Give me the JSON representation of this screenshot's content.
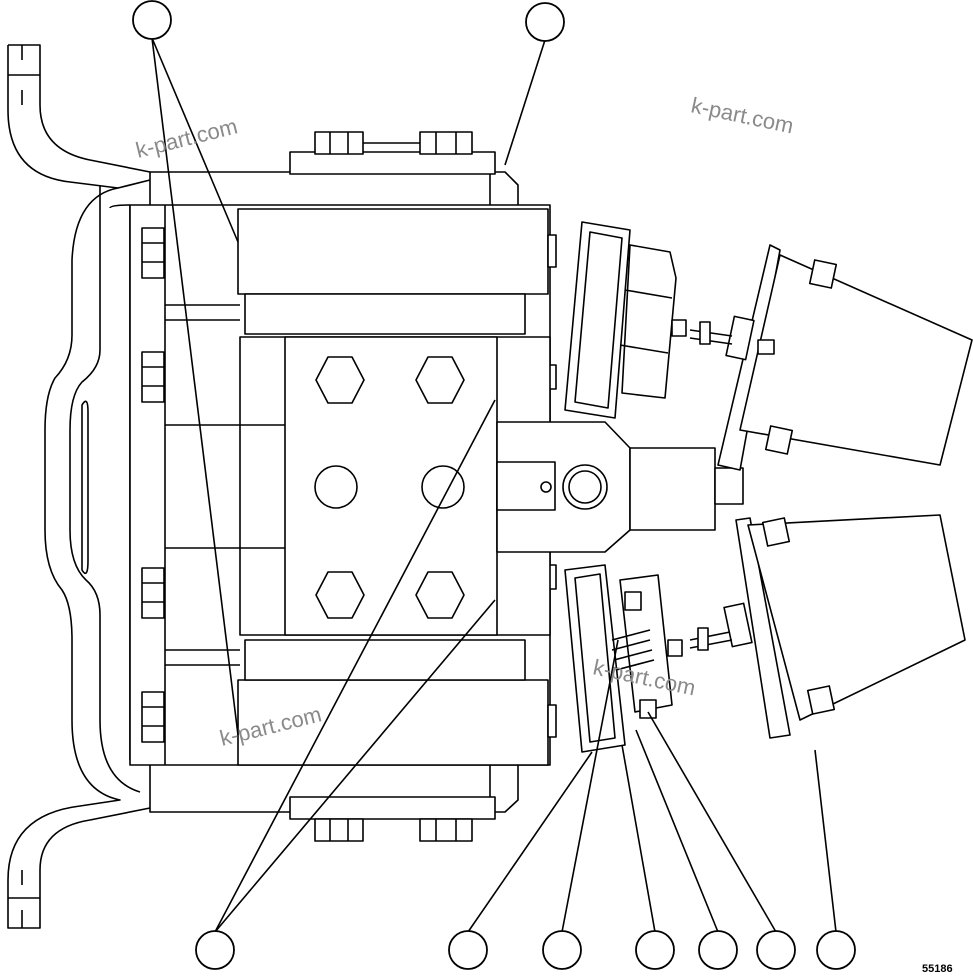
{
  "diagram": {
    "reference_number": "55186",
    "watermark_text": "k-part.com",
    "callout_count": 9
  }
}
